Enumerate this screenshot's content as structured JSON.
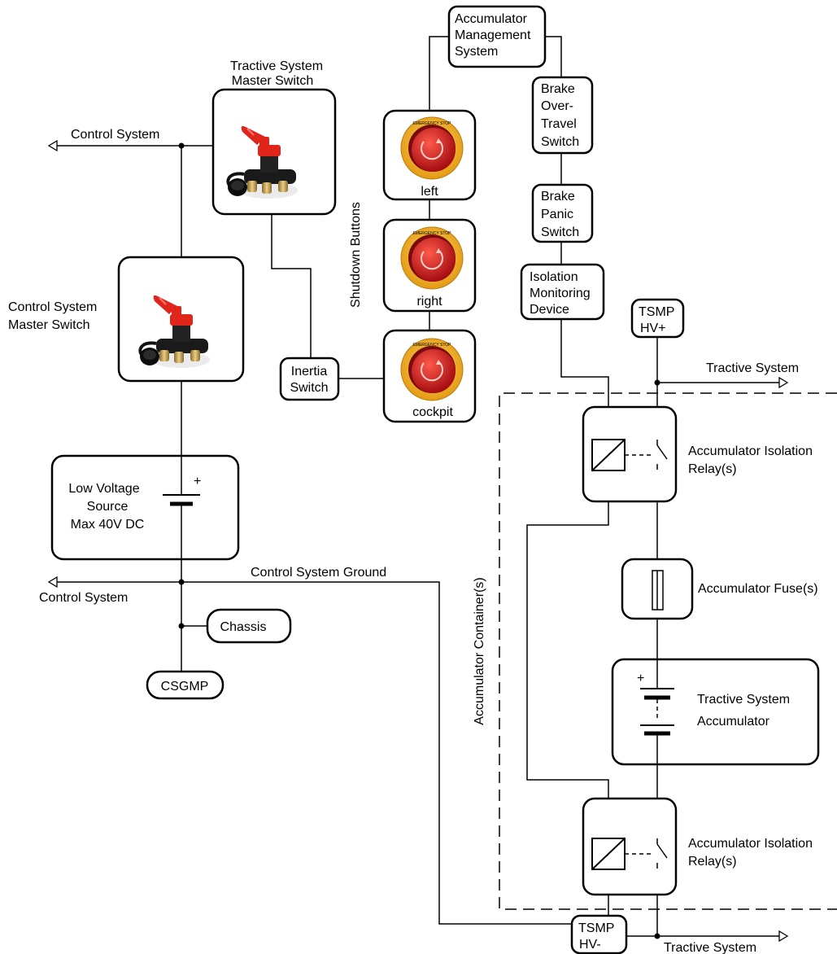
{
  "labels": {
    "control_system_top": "Control System",
    "ts_master_line1": "Tractive System",
    "ts_master_line2": "Master Switch",
    "cs_master_line1": "Control System",
    "cs_master_line2": "Master Switch",
    "lv_line1": "Low Voltage",
    "lv_line2": "Source",
    "lv_line3": "Max 40V DC",
    "plus": "+",
    "cs_ground": "Control System Ground",
    "control_system_bottom": "Control System",
    "chassis": "Chassis",
    "csgmp": "CSGMP",
    "inertia_line1": "Inertia",
    "inertia_line2": "Switch",
    "shutdown_buttons": "Shutdown Buttons",
    "button_left": "left",
    "button_right": "right",
    "button_cockpit": "cockpit",
    "ams_line1": "Accumulator",
    "ams_line2": "Management",
    "ams_line3": "System",
    "bots_line1": "Brake",
    "bots_line2": "Over-",
    "bots_line3": "Travel",
    "bots_line4": "Switch",
    "bps_line1": "Brake",
    "bps_line2": "Panic",
    "bps_line3": "Switch",
    "imd_line1": "Isolation",
    "imd_line2": "Monitoring",
    "imd_line3": "Device",
    "tsmp_hvp_line1": "TSMP",
    "tsmp_hvp_line2": "HV+",
    "tractive_system_top": "Tractive System",
    "air_top_line1": "Accumulator Isolation",
    "air_top_line2": "Relay(s)",
    "fuse": "Accumulator Fuse(s)",
    "accumulator_line1": "Tractive System",
    "accumulator_line2": "Accumulator",
    "container": "Accumulator Container(s)",
    "air_bottom_line1": "Accumulator Isolation",
    "air_bottom_line2": "Relay(s)",
    "tsmp_hvm_line1": "TSMP",
    "tsmp_hvm_line2": "HV-",
    "tractive_system_bottom": "Tractive System"
  },
  "emergency_stop_text": "EMERGENCY STOP",
  "colors": {
    "estop_ring": "#f2b21f",
    "estop_button": "#d4161b",
    "switch_key": "#e0251b",
    "switch_body": "#222222",
    "terminal_brass": "#c9a24a"
  }
}
